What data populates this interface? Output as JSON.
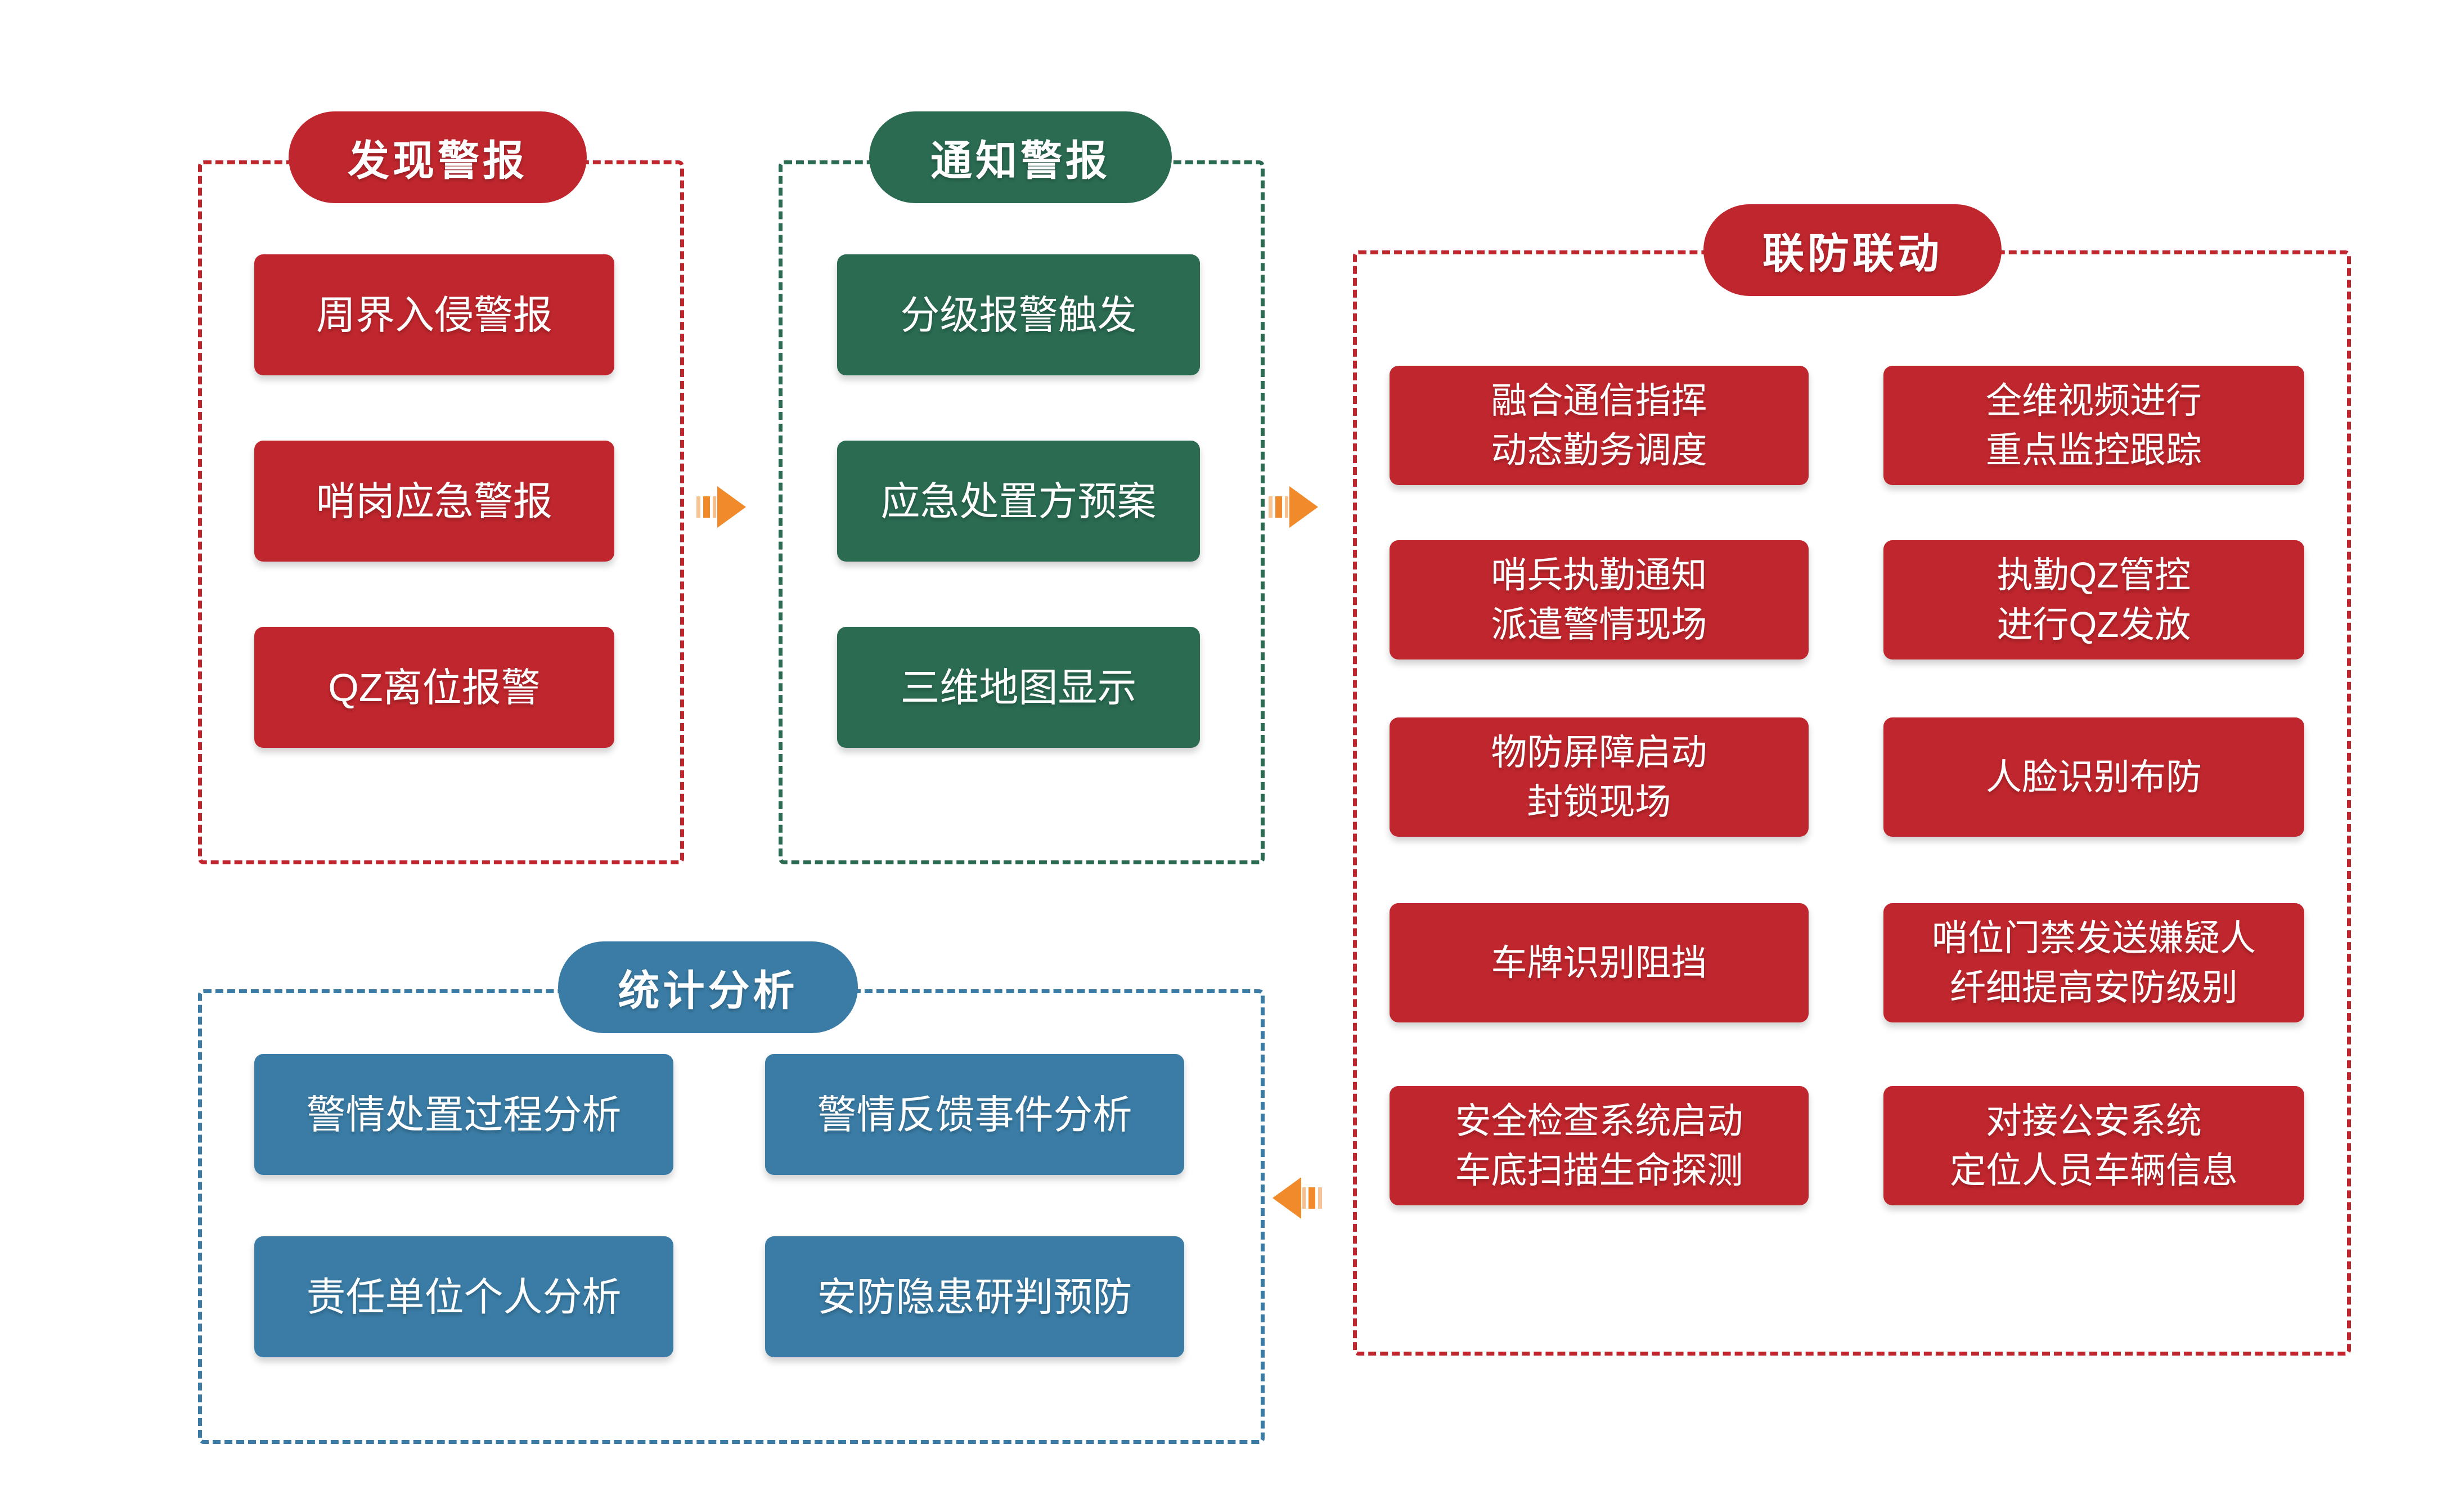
{
  "colors": {
    "red": "#c0262d",
    "green": "#2a6b52",
    "blue": "#3a7ca5",
    "orange": "#f08a2b",
    "text": "#ffffff"
  },
  "sections": {
    "discover": {
      "title": "发现警报",
      "items": [
        {
          "lines": [
            "周界入侵警报"
          ]
        },
        {
          "lines": [
            "哨岗应急警报"
          ]
        },
        {
          "lines": [
            "QZ离位报警"
          ]
        }
      ]
    },
    "notify": {
      "title": "通知警报",
      "items": [
        {
          "lines": [
            "分级报警触发"
          ]
        },
        {
          "lines": [
            "应急处置方预案"
          ]
        },
        {
          "lines": [
            "三维地图显示"
          ]
        }
      ]
    },
    "joint": {
      "title": "联防联动",
      "left": [
        {
          "lines": [
            "融合通信指挥",
            "动态勤务调度"
          ]
        },
        {
          "lines": [
            "哨兵执勤通知",
            "派遣警情现场"
          ]
        },
        {
          "lines": [
            "物防屏障启动",
            "封锁现场"
          ]
        },
        {
          "lines": [
            "车牌识别阻挡"
          ]
        },
        {
          "lines": [
            "安全检查系统启动",
            "车底扫描生命探测"
          ]
        }
      ],
      "right": [
        {
          "lines": [
            "全维视频进行",
            "重点监控跟踪"
          ]
        },
        {
          "lines": [
            "执勤QZ管控",
            "进行QZ发放"
          ]
        },
        {
          "lines": [
            "人脸识别布防"
          ]
        },
        {
          "lines": [
            "哨位门禁发送嫌疑人",
            "纤细提高安防级别"
          ]
        },
        {
          "lines": [
            "对接公安系统",
            "定位人员车辆信息"
          ]
        }
      ]
    },
    "stats": {
      "title": "统计分析",
      "items": [
        {
          "lines": [
            "警情处置过程分析"
          ]
        },
        {
          "lines": [
            "警情反馈事件分析"
          ]
        },
        {
          "lines": [
            "责任单位个人分析"
          ]
        },
        {
          "lines": [
            "安防隐患研判预防"
          ]
        }
      ]
    }
  },
  "flow": [
    {
      "from": "发现警报",
      "to": "通知警报",
      "direction": "right"
    },
    {
      "from": "通知警报",
      "to": "联防联动",
      "direction": "right"
    },
    {
      "from": "联防联动",
      "to": "统计分析",
      "direction": "left"
    }
  ]
}
